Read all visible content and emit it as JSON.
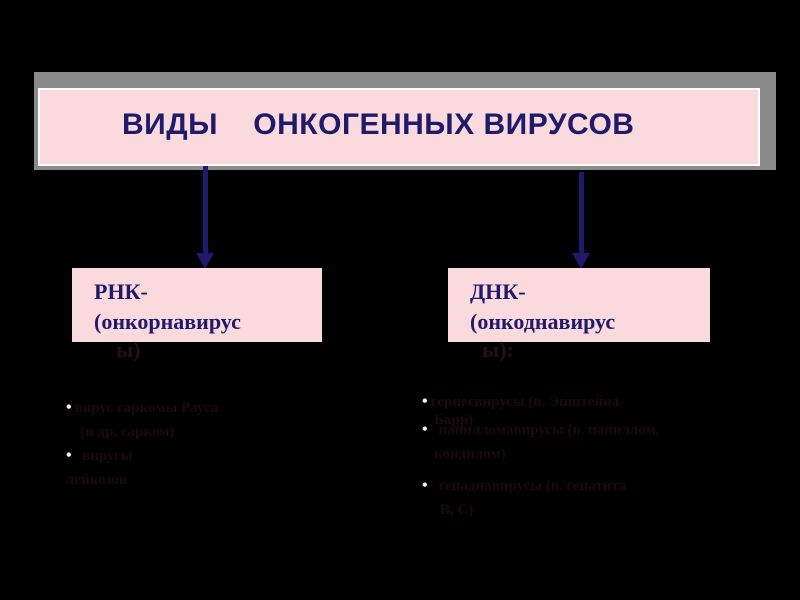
{
  "title": "ВИДЫ    ОНКОГЕННЫХ ВИРУСОВ",
  "left_box": {
    "lines": [
      "РНК-",
      "(онкорнавирус",
      "ы)"
    ]
  },
  "right_box": {
    "lines": [
      "ДНК-",
      "(онкоднавирус",
      "ы):"
    ]
  },
  "left_list": [
    {
      "bullet": "•",
      "lines": [
        "вирус саркомы Рауса",
        "(и др. сарком)"
      ]
    },
    {
      "bullet": "•",
      "lines": [
        "вирусы",
        "лейкозов"
      ]
    }
  ],
  "right_list": [
    {
      "bullet": "•",
      "lines": [
        "герпесвирусы (в. Эпштейна-",
        "Барр)"
      ]
    },
    {
      "bullet": "•",
      "lines": [
        "папилломавирусы (в. папиллом,",
        "кондилом)"
      ]
    },
    {
      "bullet": "•",
      "lines": [
        "гепаднавирусы (в. гепатита",
        "В, С)"
      ]
    }
  ],
  "colors": {
    "background": "#000000",
    "title_fill": "#fadadd",
    "title_shadow": "#8a8a8a",
    "text_primary": "#1f1a6b",
    "arrow": "#1f1a6b"
  }
}
